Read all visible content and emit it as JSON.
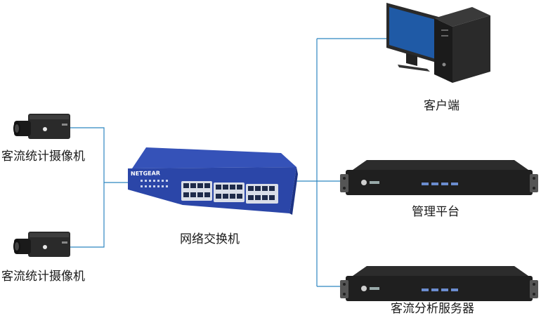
{
  "nodes": {
    "camera_top": {
      "label": "客流统计摄像机"
    },
    "camera_bottom": {
      "label": "客流统计摄像机"
    },
    "switch": {
      "label": "网络交换机",
      "brand": "NETGEAR"
    },
    "client": {
      "label": "客户端"
    },
    "management": {
      "label": "管理平台"
    },
    "analysis_server": {
      "label": "客流分析服务器"
    }
  },
  "colors": {
    "wire": "#2e86c1",
    "switch_body": "#2b46a8",
    "server_body": "#1f1f1f",
    "monitor_screen": "#1f5aa6"
  },
  "icons": {
    "camera": "camera-icon",
    "switch": "network-switch-icon",
    "client": "desktop-computer-icon",
    "server": "rack-server-icon"
  }
}
